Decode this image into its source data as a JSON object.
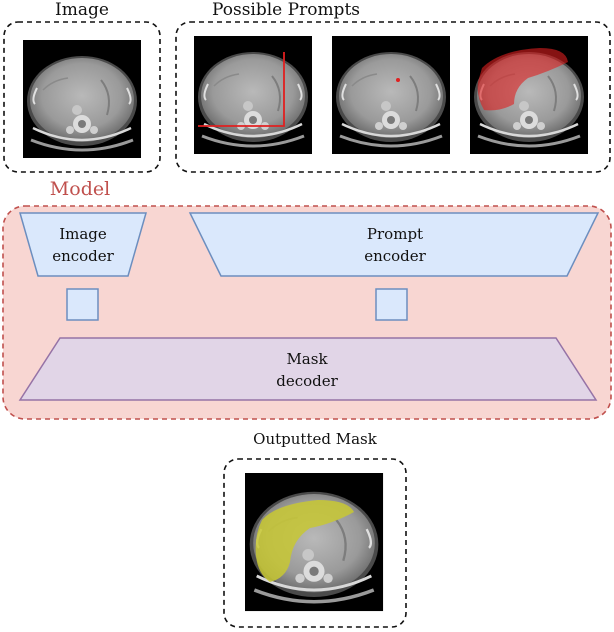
{
  "labels": {
    "image": "Image",
    "prompts": "Possible Prompts",
    "model": "Model",
    "output": "Outputted Mask"
  },
  "blocks": {
    "image_encoder": [
      "Image",
      "encoder"
    ],
    "prompt_encoder": [
      "Prompt",
      "encoder"
    ],
    "mask_decoder": [
      "Mask",
      "decoder"
    ]
  },
  "colors": {
    "model_bg": "#f8d6d2",
    "model_border": "#c0504d",
    "encoder_fill": "#dae8fc",
    "encoder_stroke": "#6c8ebf",
    "decoder_fill": "#e1d5e7",
    "decoder_stroke": "#9673a6",
    "prompt_mark": "#e02020",
    "output_mask": "#c8c832"
  }
}
